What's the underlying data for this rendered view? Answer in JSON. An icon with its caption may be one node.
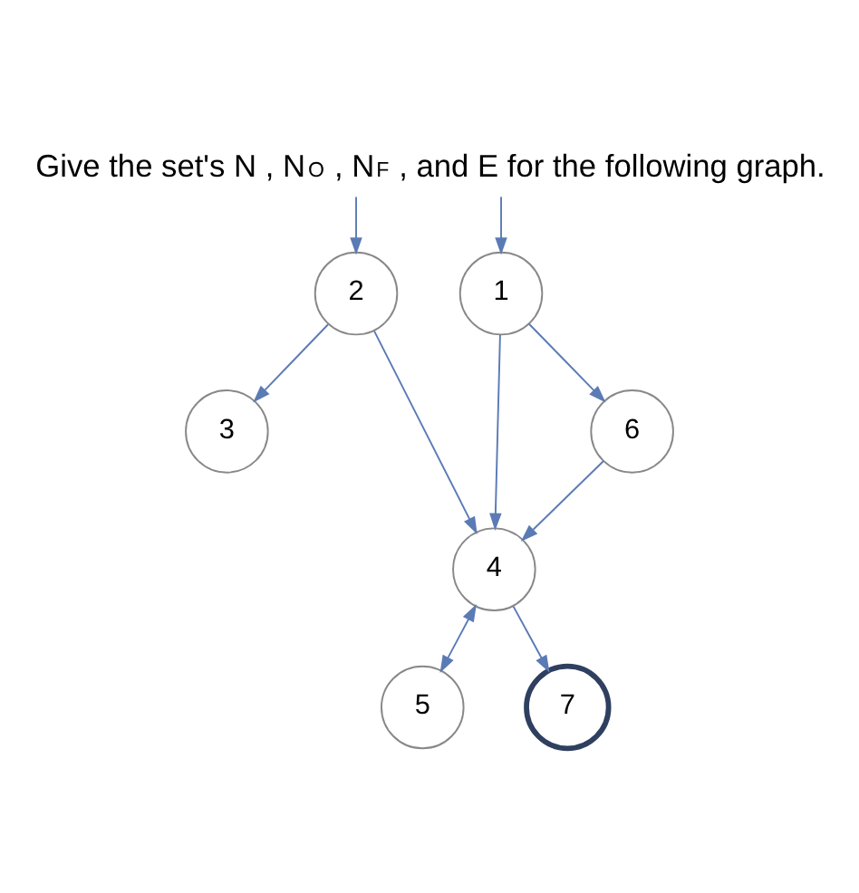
{
  "diagram": {
    "title": "Give the set's N , N$_{O}$ , N$_{F}$ , and E for the following graph.",
    "nodes": [
      {
        "text": [
          "2"
        ]
      },
      {
        "text": [
          "1"
        ]
      },
      {
        "text": [
          "3"
        ]
      },
      {
        "text": [
          "4"
        ]
      },
      {
        "text": [
          "5"
        ]
      },
      {
        "text": [
          "6"
        ]
      },
      {
        "text": [
          "7"
        ]
      }
    ],
    "edges": [
      {
        "from": null,
        "to": 0,
        "arrow": "to"
      },
      {
        "from": null,
        "to": 1,
        "arrow": "to"
      },
      {
        "from": 0,
        "to": 2,
        "arrow": "to"
      },
      {
        "from": 0,
        "to": 3,
        "arrow": "to"
      },
      {
        "from": 1,
        "to": 3,
        "arrow": "to"
      },
      {
        "from": 1,
        "to": 5,
        "arrow": "to"
      },
      {
        "from": 3,
        "to": 4,
        "arrow": "both"
      },
      {
        "from": 5,
        "to": 3,
        "arrow": "to"
      },
      {
        "from": 3,
        "to": 6,
        "arrow": "to"
      }
    ]
  }
}
